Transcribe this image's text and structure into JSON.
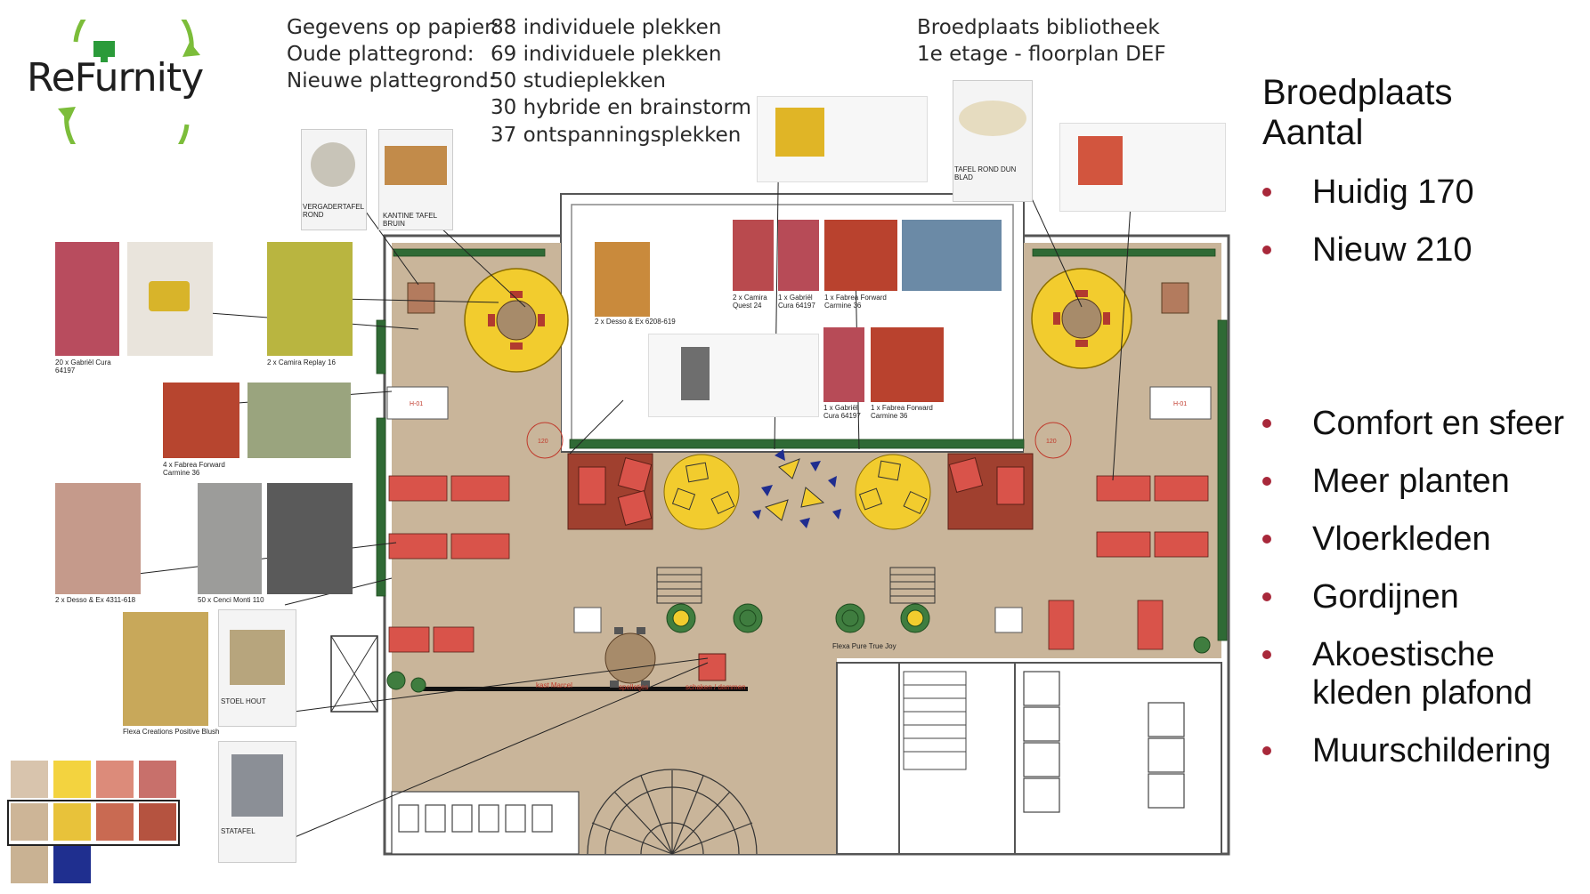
{
  "logo": {
    "text": "ReFurnity"
  },
  "info": {
    "rows": [
      {
        "label": "Gegevens op papier:",
        "value": "88 individuele plekken"
      },
      {
        "label": "Oude plattegrond:",
        "value": "69 individuele plekken"
      },
      {
        "label": "Nieuwe plattegrond:",
        "value": "50 studieplekken"
      },
      {
        "label": "",
        "value": "30 hybride en brainstorm"
      },
      {
        "label": "",
        "value": "37 ontspanningsplekken"
      }
    ]
  },
  "plan_title": {
    "line1": "Broedplaats bibliotheek",
    "line2": "1e etage - floorplan DEF"
  },
  "right_panel": {
    "title_line1": "Broedplaats",
    "title_line2": "Aantal",
    "counts": [
      "Huidig 170",
      "Nieuw 210"
    ],
    "features": [
      "Comfort en sfeer",
      "Meer planten",
      "Vloerkleden",
      "Gordijnen",
      "Akoestische kleden plafond",
      "Muurschildering"
    ]
  },
  "captions": {
    "gabriel_left": "20 x Gabriël Cura 64197",
    "camira_replay": "2 x Camira Replay 16",
    "fabrea_left": "4 x Fabrea Forward Carmine 36",
    "desso_left": "2 x Desso & Ex 4311-618",
    "cenci": "50 x Cenci Monti 110",
    "flexa_blush": "Flexa Creations Positive Blush",
    "stoel_hout": "STOEL HOUT",
    "statafel": "STATAFEL",
    "vergadertafel": "VERGADERTAFEL ROND",
    "kantine": "KANTINE TAFEL BRUIN",
    "desso_mid": "2 x Desso & Ex 6208-619",
    "camira_quest": "2 x Camira Quest 24",
    "gabriel_top": "1 x Gabriël Cura 64197",
    "fabrea_top": "1 x Fabrea Forward Carmine 36",
    "gabriel_mid": "1 x Gabriël Cura 64197",
    "fabrea_mid": "1 x Fabrea Forward Carmine 36",
    "tafel_rond": "TAFEL ROND DUN BLAD",
    "flexa_pure": "Flexa Pure True Joy",
    "kast": "kast Marcel",
    "spelletjes": "spelletjes",
    "schaken": "schaken / dammen"
  },
  "colors": {
    "floor": "#c9b59a",
    "table_red": "#d9534a",
    "rug_yellow": "#f2cc2e",
    "accent_red": "#a8283a",
    "plant_green": "#3f7d3f",
    "navy": "#1f2d8f"
  },
  "palette": [
    "#d8c4ad",
    "#f3d33f",
    "#dc8b7a",
    "#c8706b",
    "#cdb597",
    "#e8c23a",
    "#c96a52",
    "#b55340",
    "#c9b293",
    "#1f2f8f"
  ]
}
